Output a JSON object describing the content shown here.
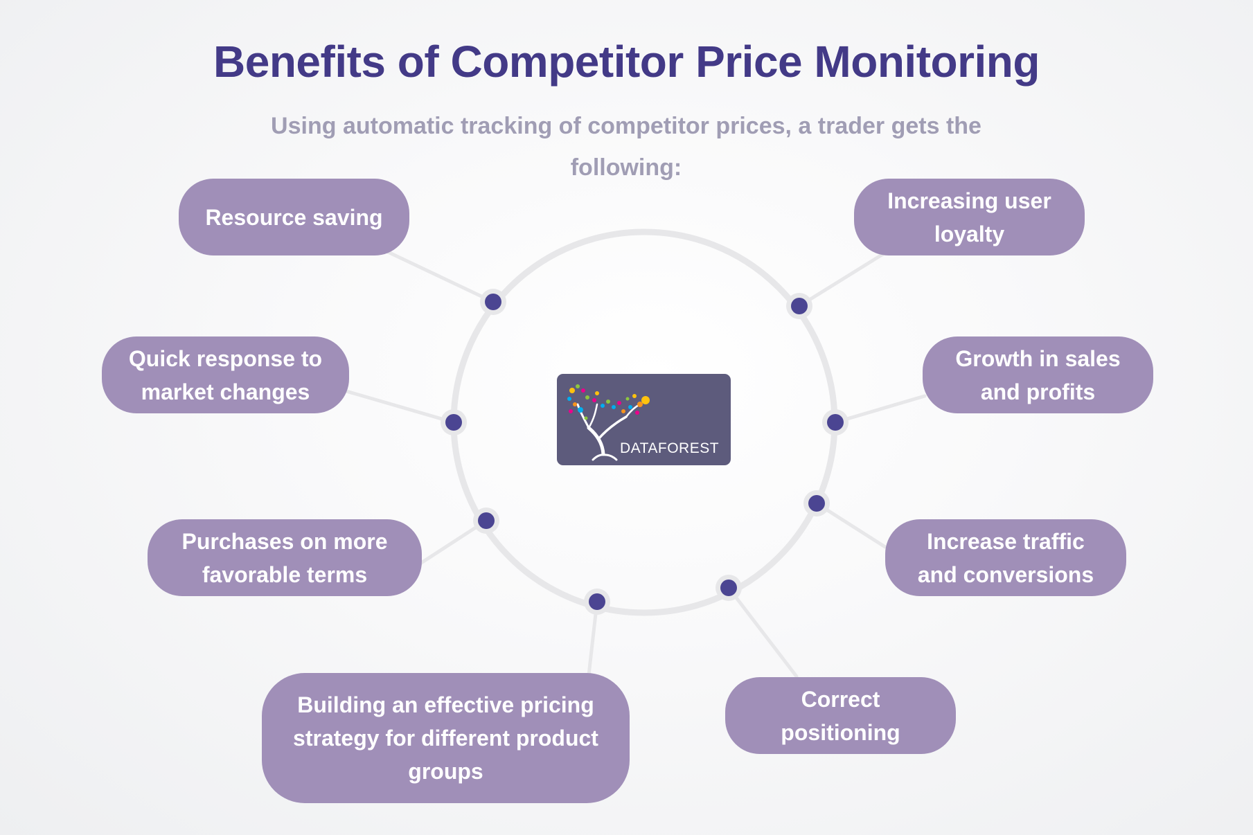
{
  "title": "Benefits of Competitor Price Monitoring",
  "subtitle": "Using automatic tracking of competitor prices, a trader gets the following:",
  "logo": {
    "text": "DATAFOREST"
  },
  "benefits": [
    {
      "label": "Resource saving"
    },
    {
      "label": "Quick response to market changes"
    },
    {
      "label": "Purchases on more favorable terms"
    },
    {
      "label": "Building an effective pricing strategy for different product groups"
    },
    {
      "label": "Increasing user loyalty"
    },
    {
      "label": "Growth in sales and profits"
    },
    {
      "label": "Increase traffic and conversions"
    },
    {
      "label": "Correct positioning"
    }
  ],
  "colors": {
    "title": "#433a87",
    "subtitle": "#a09db4",
    "pill": "#a08fb8",
    "node": "#4b4592",
    "ring": "#e7e7e9",
    "logo_bg": "#5d5b7c"
  }
}
